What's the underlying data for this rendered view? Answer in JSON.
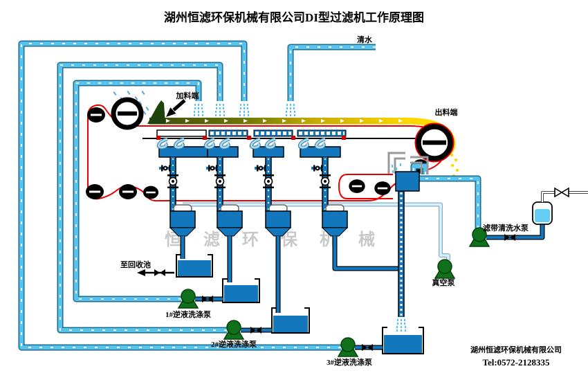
{
  "title": "湖州恒滤环保机械有限公司DI型过滤机工作原理图",
  "labels": {
    "clean_water": "清水",
    "feed_end": "加料端",
    "discharge_end": "出料端",
    "to_recovery_pool": "至回收池",
    "pump1": "1#逆液洗涤泵",
    "pump2": "2#逆液洗涤泵",
    "pump3": "3#逆液洗涤泵",
    "belt_wash_pump": "滤带清洗水泵",
    "vacuum_pump": "真空泵"
  },
  "watermark": "恒 滤 环 保 机 械",
  "footer": {
    "company": "湖州恒滤环保机械有限公司",
    "tel": "Tel:0572-2128335"
  },
  "colors": {
    "water_pipe": "#56c3ee",
    "slurry_pipe": "#1377be",
    "belt_feed_side": "#3f4d0d",
    "belt_discharge_side": "#ffd800",
    "filter_cloth": "#e80000",
    "pump": "#10701c",
    "support_red": "#cc0000"
  }
}
